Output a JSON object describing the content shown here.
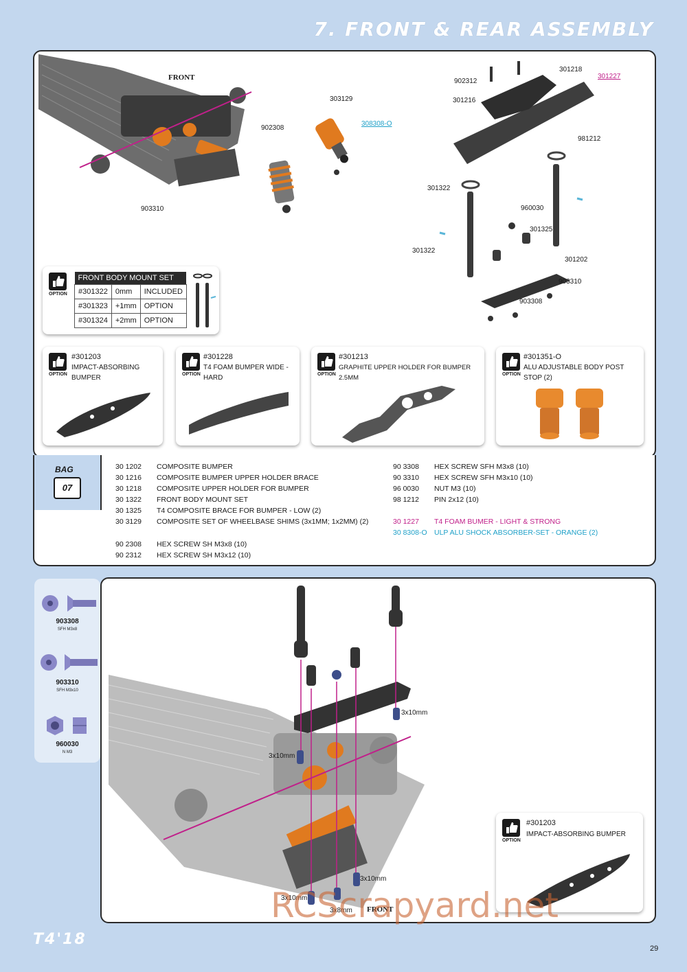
{
  "page": {
    "title": "7. FRONT & REAR ASSEMBLY",
    "footer_logo": "T4'18",
    "page_number": "29",
    "watermark": "RCScrapyard.net"
  },
  "top_diagram": {
    "front_label": "FRONT",
    "part_labels": [
      {
        "id": "903310",
        "style": "normal"
      },
      {
        "id": "902308",
        "style": "normal"
      },
      {
        "id": "303129",
        "style": "normal"
      },
      {
        "id": "308308-O",
        "style": "cyan"
      },
      {
        "id": "902312",
        "style": "normal"
      },
      {
        "id": "301216",
        "style": "normal"
      },
      {
        "id": "301218",
        "style": "normal"
      },
      {
        "id": "301227",
        "style": "magenta"
      },
      {
        "id": "981212",
        "style": "normal"
      },
      {
        "id": "301322",
        "style": "normal"
      },
      {
        "id": "960030",
        "style": "normal"
      },
      {
        "id": "301325",
        "style": "normal"
      },
      {
        "id": "301322",
        "style": "normal"
      },
      {
        "id": "301202",
        "style": "normal"
      },
      {
        "id": "903310",
        "style": "normal"
      },
      {
        "id": "903308",
        "style": "normal"
      }
    ]
  },
  "option_label": "OPTION",
  "body_mount_set": {
    "header": "FRONT BODY MOUNT SET",
    "rows": [
      [
        "#301322",
        "0mm",
        "INCLUDED"
      ],
      [
        "#301323",
        "+1mm",
        "OPTION"
      ],
      [
        "#301324",
        "+2mm",
        "OPTION"
      ]
    ]
  },
  "option_cards": [
    {
      "part": "#301203",
      "name": "IMPACT-ABSORBING BUMPER"
    },
    {
      "part": "#301228",
      "name": "T4 FOAM BUMPER WIDE - HARD"
    },
    {
      "part": "#301213",
      "name": "GRAPHITE UPPER HOLDER FOR BUMPER 2.5MM"
    },
    {
      "part": "#301351-O",
      "name": "ALU ADJUSTABLE BODY POST STOP (2)"
    }
  ],
  "bag": {
    "label": "BAG",
    "number": "07"
  },
  "parts_left": [
    {
      "num": "30 1202",
      "desc": "COMPOSITE BUMPER"
    },
    {
      "num": "30 1216",
      "desc": "COMPOSITE BUMPER UPPER HOLDER BRACE"
    },
    {
      "num": "30 1218",
      "desc": "COMPOSITE UPPER HOLDER FOR BUMPER"
    },
    {
      "num": "30 1322",
      "desc": "FRONT BODY MOUNT SET"
    },
    {
      "num": "30 1325",
      "desc": "T4 COMPOSITE BRACE FOR BUMPER - LOW (2)"
    },
    {
      "num": "30 3129",
      "desc": "COMPOSITE SET OF WHEELBASE SHIMS (3x1MM; 1x2MM) (2)"
    },
    {
      "num": "90 2308",
      "desc": "HEX SCREW SH M3x8  (10)"
    },
    {
      "num": "90 2312",
      "desc": "HEX SCREW SH M3x12  (10)"
    }
  ],
  "parts_right": [
    {
      "num": "90 3308",
      "desc": "HEX SCREW SFH M3x8  (10)",
      "style": "normal"
    },
    {
      "num": "90 3310",
      "desc": "HEX SCREW SFH M3x10  (10)",
      "style": "normal"
    },
    {
      "num": "96 0030",
      "desc": "NUT M3  (10)",
      "style": "normal"
    },
    {
      "num": "98 1212",
      "desc": "PIN 2x12  (10)",
      "style": "normal"
    },
    {
      "num": "30 1227",
      "desc": "T4 FOAM BUMER - LIGHT & STRONG",
      "style": "magenta"
    },
    {
      "num": "30 8308-O",
      "desc": "ULP ALU SHOCK ABSORBER-SET - ORANGE (2)",
      "style": "cyan"
    }
  ],
  "hardware": [
    {
      "id": "903308",
      "sub": "SFH M3x8"
    },
    {
      "id": "903310",
      "sub": "SFH M3x10"
    },
    {
      "id": "960030",
      "sub": "N M3"
    }
  ],
  "bottom_diagram": {
    "dims": [
      "3x10mm",
      "3x10mm",
      "3x10mm",
      "3x10mm",
      "3x8mm"
    ],
    "front_label": "FRONT",
    "option": {
      "part": "#301203",
      "name": "IMPACT-ABSORBING BUMPER"
    }
  }
}
